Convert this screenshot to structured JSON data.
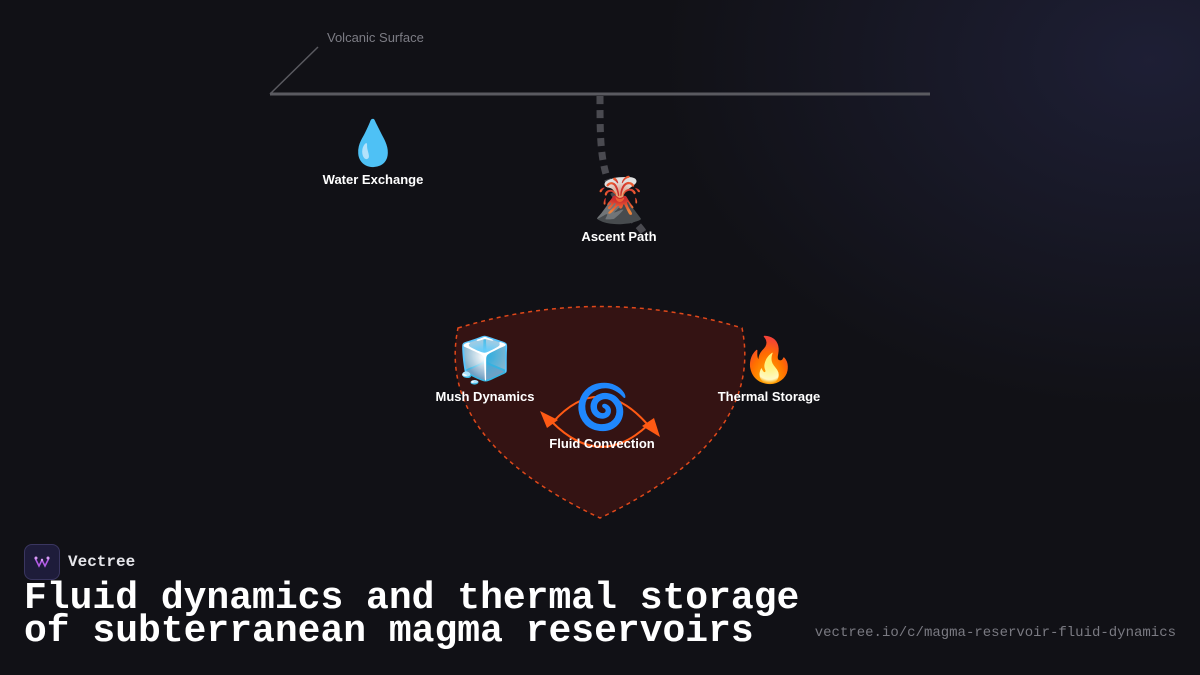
{
  "diagram": {
    "surface_label": "Volcanic Surface",
    "nodes": [
      {
        "id": "water-exchange",
        "icon": "droplet-icon",
        "glyph": "💧",
        "label": "Water Exchange"
      },
      {
        "id": "ascent-path",
        "icon": "volcano-icon",
        "glyph": "🌋",
        "label": "Ascent Path"
      },
      {
        "id": "mush-dynamics",
        "icon": "ice-cube-icon",
        "glyph": "🧊",
        "label": "Mush Dynamics"
      },
      {
        "id": "thermal-storage",
        "icon": "fire-icon",
        "glyph": "🔥",
        "label": "Thermal Storage"
      },
      {
        "id": "fluid-convection",
        "icon": "cyclone-icon",
        "glyph": "🌀",
        "label": "Fluid Convection"
      }
    ],
    "colors": {
      "surface_line": "#5a5a60",
      "conduit": "#4a4a50",
      "reservoir_border": "#e0481a",
      "reservoir_fill": "#341313",
      "convection_arrow": "#ff5a14"
    }
  },
  "footer": {
    "brand": "Vectree",
    "brand_icon": "vectree-logo-icon",
    "title": "Fluid dynamics and thermal storage of subterranean magma reservoirs",
    "url": "vectree.io/c/magma-reservoir-fluid-dynamics"
  }
}
